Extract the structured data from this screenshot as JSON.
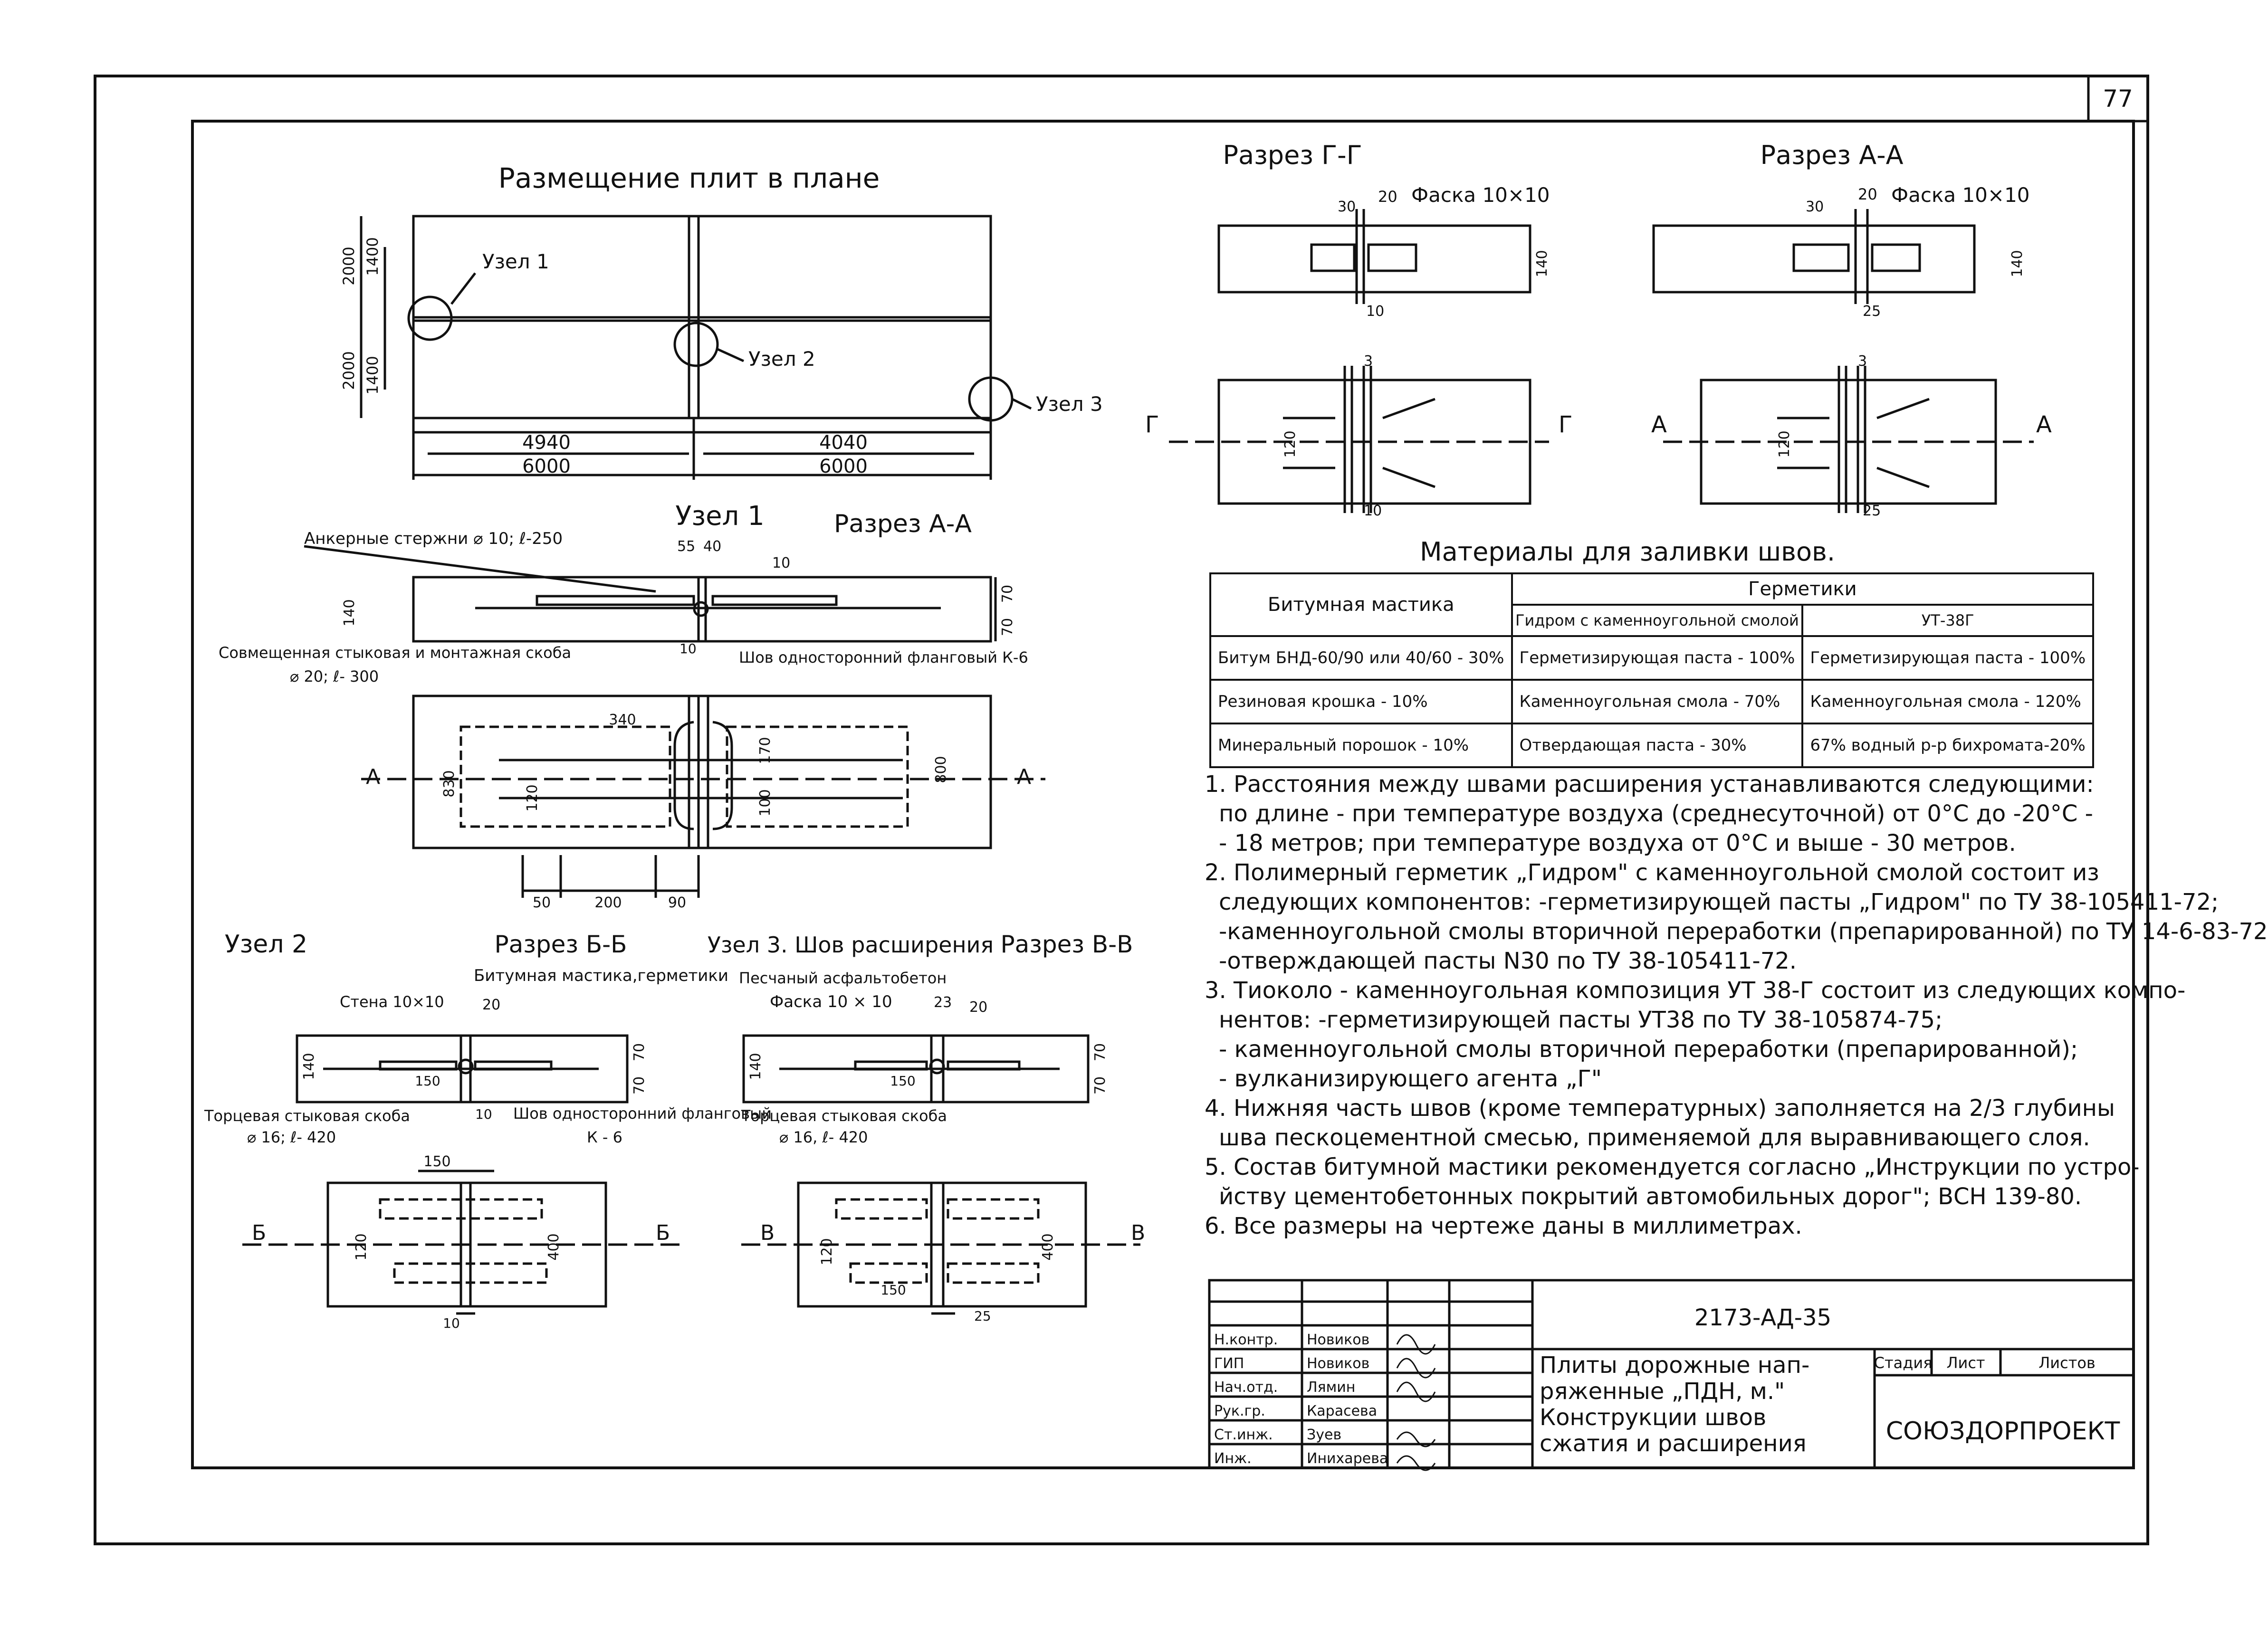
{
  "page_number": "77",
  "plan": {
    "title": "Размещение плит в плане",
    "uzel1": "Узел 1",
    "uzel2": "Узел 2",
    "uzel3": "Узел 3",
    "dims": [
      "2000",
      "1400",
      "2000",
      "1400",
      "4940",
      "4040",
      "6000",
      "6000"
    ]
  },
  "uzel1": {
    "title": "Узел 1",
    "section": "Разрез А-А",
    "anchor_label": "Анкерные стержни ⌀ 10; ℓ-250",
    "bracket_label": "Совмещенная стыковая и монтажная скоба",
    "bracket_spec": "⌀ 20; ℓ- 300",
    "weld_label": "Шов односторонний фланговый К-6",
    "dims": [
      "55",
      "40",
      "10",
      "140",
      "70",
      "70",
      "10",
      "340",
      "120",
      "170",
      "100",
      "830",
      "800",
      "50",
      "200",
      "90"
    ],
    "cut_left": "А",
    "cut_right": "А"
  },
  "uzel2": {
    "title": "Узел 2",
    "section": "Разрез Б-Б",
    "mastic_label": "Битумная мастика,герметики",
    "chamfer_label": "Стена 10×10",
    "bracket_label": "Торцевая стыковая скоба",
    "bracket_spec": "⌀ 16; ℓ- 420",
    "weld_label": "Шов односторонний фланговый",
    "weld_k": "К - 6",
    "dims": [
      "20",
      "140",
      "70",
      "70",
      "150",
      "10",
      "150",
      "120",
      "400",
      "10"
    ],
    "cut_left": "Б",
    "cut_right": "Б"
  },
  "uzel3": {
    "title": "Узел 3. Шов расширения",
    "section": "Разрез В-В",
    "asphalt_label": "Песчаный асфальтобетон",
    "chamfer_label": "Фаска 10 × 10",
    "bracket_label": "Торцевая стыковая скоба",
    "bracket_spec": "⌀ 16, ℓ- 420",
    "dims": [
      "23",
      "20",
      "140",
      "70",
      "70",
      "150",
      "120",
      "400",
      "150",
      "25"
    ],
    "cut_left": "В",
    "cut_right": "В"
  },
  "section_gg": {
    "title": "Разрез Г-Г",
    "chamfer": "Фаска 10×10",
    "dims": [
      "20",
      "30",
      "140",
      "10",
      "3",
      "120",
      "10"
    ],
    "cut_left": "Г",
    "cut_right": "Г"
  },
  "section_aa": {
    "title": "Разрез А-А",
    "chamfer": "Фаска 10×10",
    "dims": [
      "20",
      "30",
      "140",
      "25",
      "3",
      "120",
      "25"
    ],
    "cut_left": "А",
    "cut_right": "А"
  },
  "materials": {
    "title": "Материалы для заливки швов.",
    "col1_header": "Битумная мастика",
    "col2_header": "Герметики",
    "sub1": "Гидром с каменноугольной смолой",
    "sub2": "УТ-38Г",
    "rows": [
      [
        "Битум БНД-60/90 или 40/60 - 30%",
        "Герметизирующая паста - 100%",
        "Герметизирующая паста - 100%"
      ],
      [
        "Резиновая крошка - 10%",
        "Каменноугольная смола - 70%",
        "Каменноугольная смола - 120%"
      ],
      [
        "Минеральный порошок - 10%",
        "Отвердающая паста - 30%",
        "67% водный р-р бихромата-20%"
      ]
    ]
  },
  "notes": [
    "1. Расстояния между швами расширения устанавливаются следующими:",
    "по длине - при температуре воздуха (среднесуточной) от 0°С до -20°С -",
    "- 18 метров; при температуре воздуха от 0°С и выше - 30 метров.",
    "2. Полимерный герметик „Гидром\" с каменноугольной смолой состоит из",
    "следующих компонентов: -герметизирующей пасты „Гидром\" по ТУ 38-105411-72;",
    "-каменноугольной смолы вторичной переработки (препарированной) по ТУ 14-6-83-72",
    "-отверждающей пасты N30 по ТУ 38-105411-72.",
    "3. Тиоколо - каменноугольная композиция УТ 38-Г состоит из следующих компо-",
    "нентов: -герметизирующей пасты УТ38 по ТУ 38-105874-75;",
    "- каменноугольной смолы вторичной переработки (препарированной);",
    "- вулканизирующего агента „Г\"",
    "4. Нижняя часть швов (кроме температурных) заполняется на 2/3 глубины",
    "шва пескоцементной смесью, применяемой для выравнивающего слоя.",
    "5. Состав битумной мастики рекомендуется согласно „Инструкции по устро-",
    "йству цементобетонных покрытий автомобильных дорог\"; ВСН 139-80.",
    "6. Все размеры на чертеже даны в миллиметрах."
  ],
  "title_block": {
    "code": "2173-АД-35",
    "title_lines": [
      "Плиты дорожные нап-",
      "ряженные „ПДН, м.\"",
      "Конструкции швов",
      "сжатия и расширения"
    ],
    "stage_header": "Стадия",
    "sheet_header": "Лист",
    "sheets_header": "Листов",
    "org": "СОЮЗДОРПРОЕКТ",
    "roles": [
      "Н.контр.",
      "ГИП",
      "Нач.отд.",
      "Рук.гр.",
      "Ст.инж.",
      "Инж."
    ],
    "names": [
      "Новиков",
      "Новиков",
      "Лямин",
      "Карасева",
      "Зуев",
      "Инихарева"
    ]
  }
}
